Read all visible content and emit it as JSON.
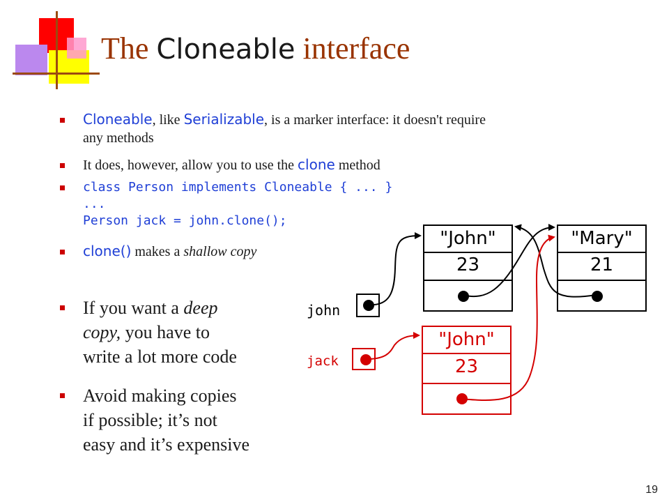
{
  "slide": {
    "title_serif_1": "The ",
    "title_mono": "Cloneable",
    "title_serif_2": " interface",
    "page_number": "19"
  },
  "bullets": {
    "b1_code_1": "Cloneable",
    "b1_text_1": ", like ",
    "b1_code_2": "Serializable",
    "b1_text_2": ", is a marker interface: it doesn't require",
    "b1_text_3": "any methods",
    "b2_text_1": "It does, however, allow you to use the ",
    "b2_code": "clone",
    "b2_text_2": " method",
    "b3_line_1": "class Person implements Cloneable { ... }",
    "b3_line_2": "...",
    "b3_line_3": "Person jack = john.clone();",
    "b4_code": "clone()",
    "b4_text_1": " makes a ",
    "b4_text_2": "shallow copy",
    "b5_text_1": "If you want a ",
    "b5_italic_1": "deep",
    "b5_italic_2": "copy,",
    "b5_text_2": " you have to",
    "b5_text_3": "write a lot more code",
    "b6_line_1": "Avoid making copies",
    "b6_line_2": "if possible; it’s not",
    "b6_line_3": "easy and it’s expensive"
  },
  "diagram": {
    "john_label": "john",
    "jack_label": "jack",
    "obj1_name": "\"John\"",
    "obj1_age": "23",
    "obj2_name": "\"Mary\"",
    "obj2_age": "21",
    "obj3_name": "\"John\"",
    "obj3_age": "23"
  },
  "colors": {
    "title": "#993300",
    "code": "#1f3fd6",
    "bullet": "#cc0000",
    "copy": "#d40000"
  }
}
